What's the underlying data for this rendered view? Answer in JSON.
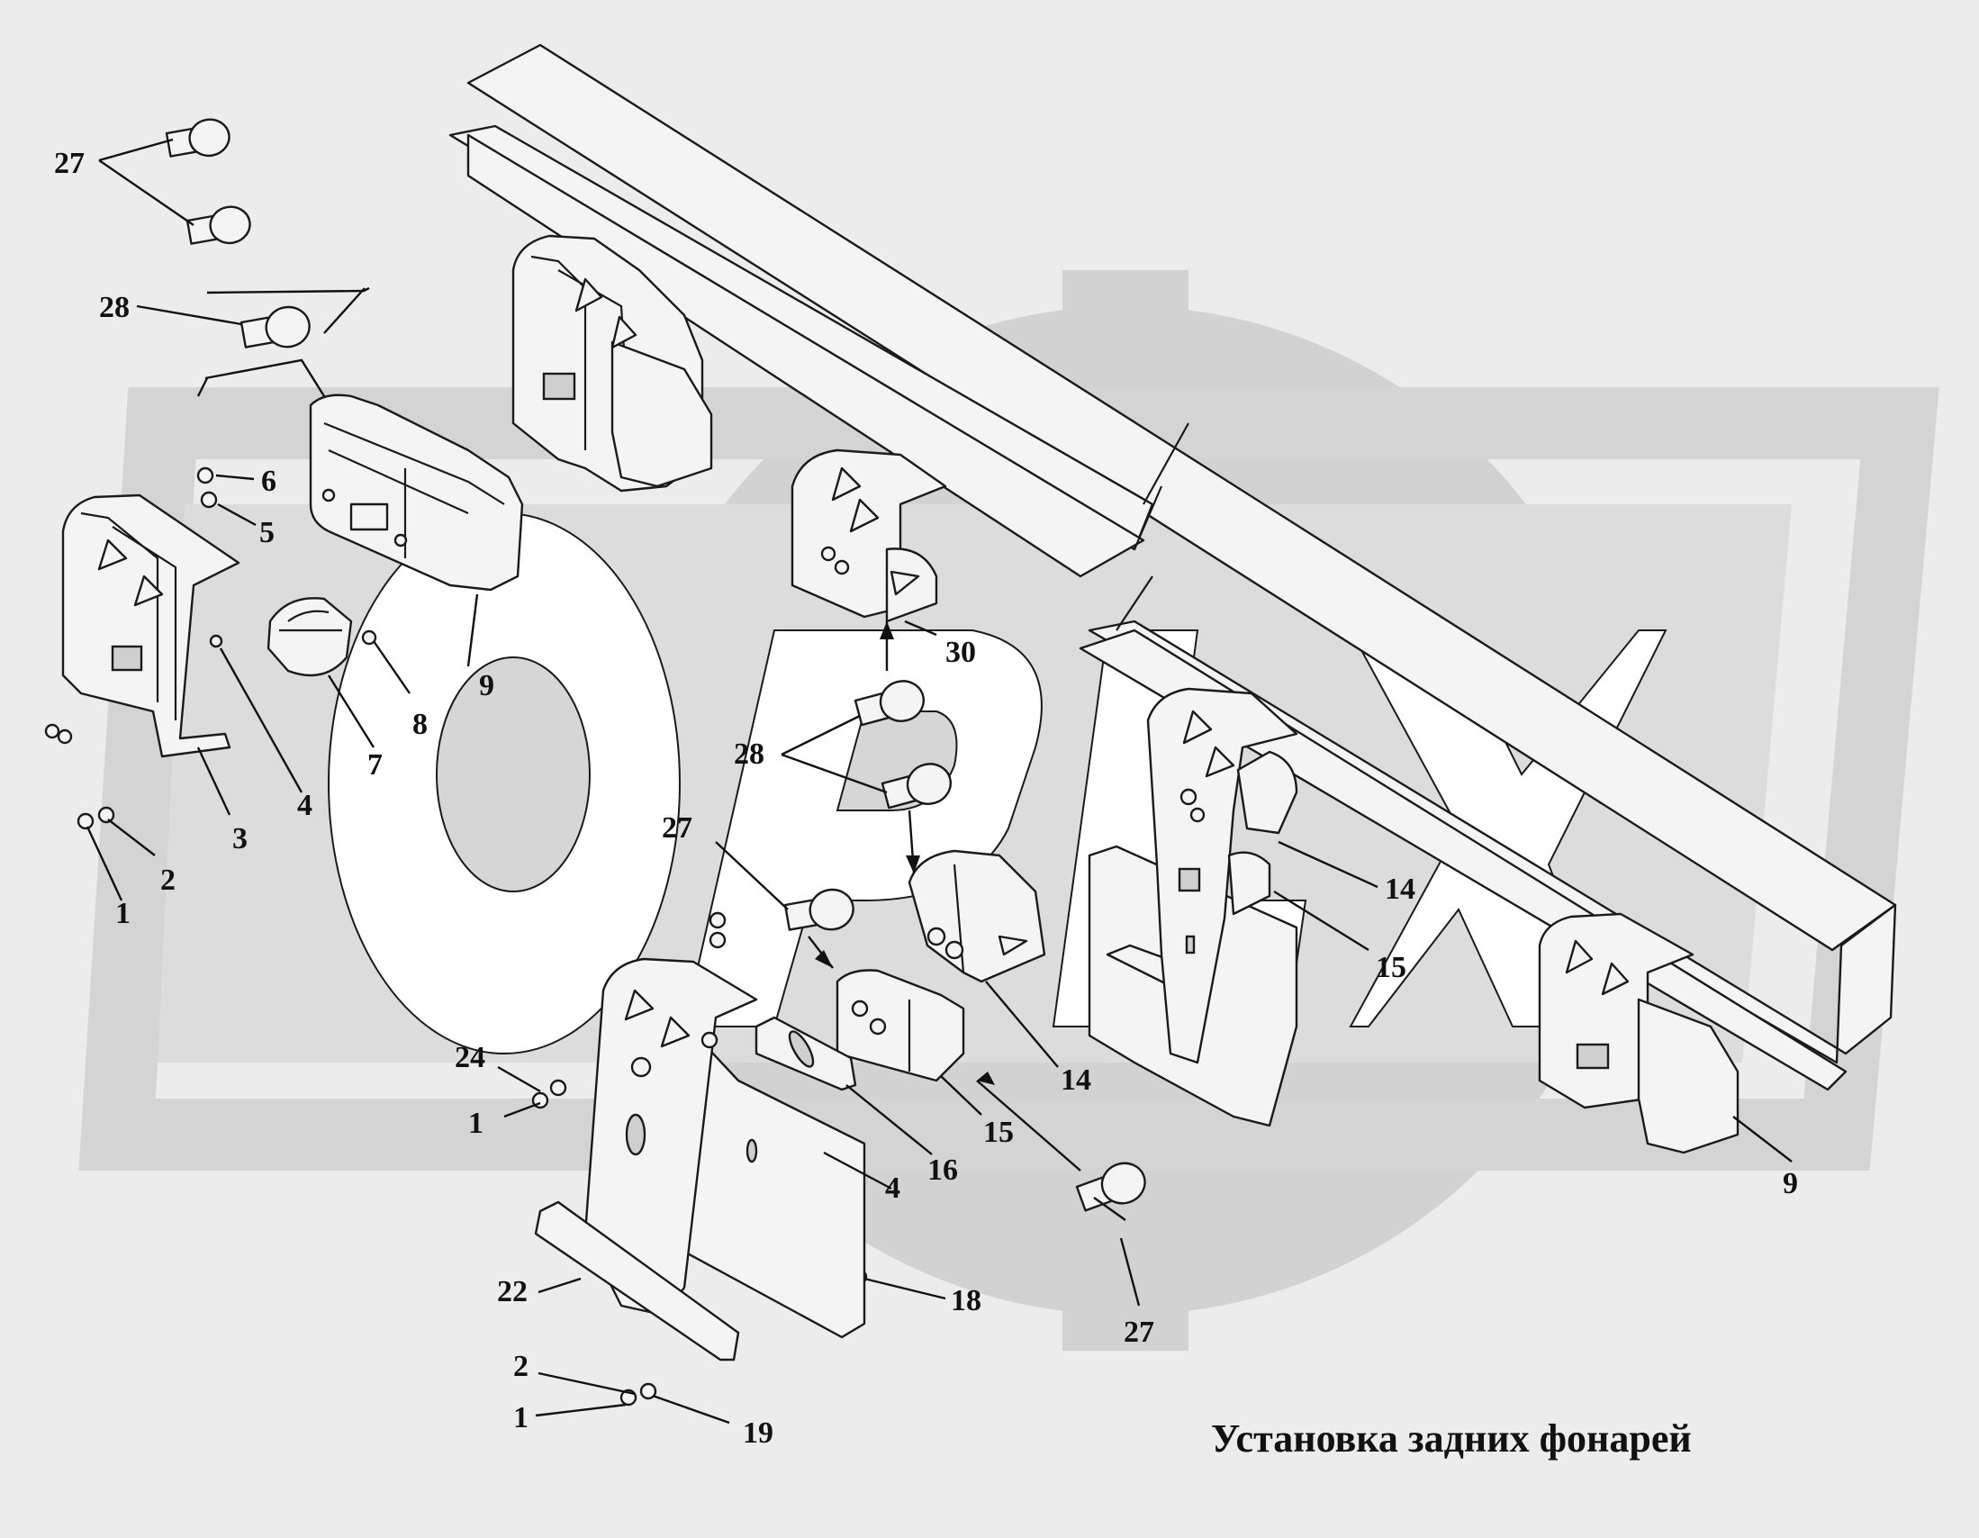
{
  "caption": "Установка задних фонарей",
  "callouts": [
    {
      "id": "c27a",
      "text": "27"
    },
    {
      "id": "c28a",
      "text": "28"
    },
    {
      "id": "c6",
      "text": "6"
    },
    {
      "id": "c5",
      "text": "5"
    },
    {
      "id": "c9a",
      "text": "9"
    },
    {
      "id": "c8",
      "text": "8"
    },
    {
      "id": "c7",
      "text": "7"
    },
    {
      "id": "c4a",
      "text": "4"
    },
    {
      "id": "c3",
      "text": "3"
    },
    {
      "id": "c2a",
      "text": "2"
    },
    {
      "id": "c1a",
      "text": "1"
    },
    {
      "id": "c30",
      "text": "30"
    },
    {
      "id": "c28b",
      "text": "28"
    },
    {
      "id": "c27b",
      "text": "27"
    },
    {
      "id": "c14a",
      "text": "14"
    },
    {
      "id": "c15a",
      "text": "15"
    },
    {
      "id": "c14b",
      "text": "14"
    },
    {
      "id": "c15b",
      "text": "15"
    },
    {
      "id": "c24",
      "text": "24"
    },
    {
      "id": "c1b",
      "text": "1"
    },
    {
      "id": "c16",
      "text": "16"
    },
    {
      "id": "c4b",
      "text": "4"
    },
    {
      "id": "c22",
      "text": "22"
    },
    {
      "id": "c18",
      "text": "18"
    },
    {
      "id": "c27c",
      "text": "27"
    },
    {
      "id": "c9b",
      "text": "9"
    },
    {
      "id": "c2b",
      "text": "2"
    },
    {
      "id": "c1c",
      "text": "1"
    },
    {
      "id": "c19",
      "text": "19"
    }
  ]
}
